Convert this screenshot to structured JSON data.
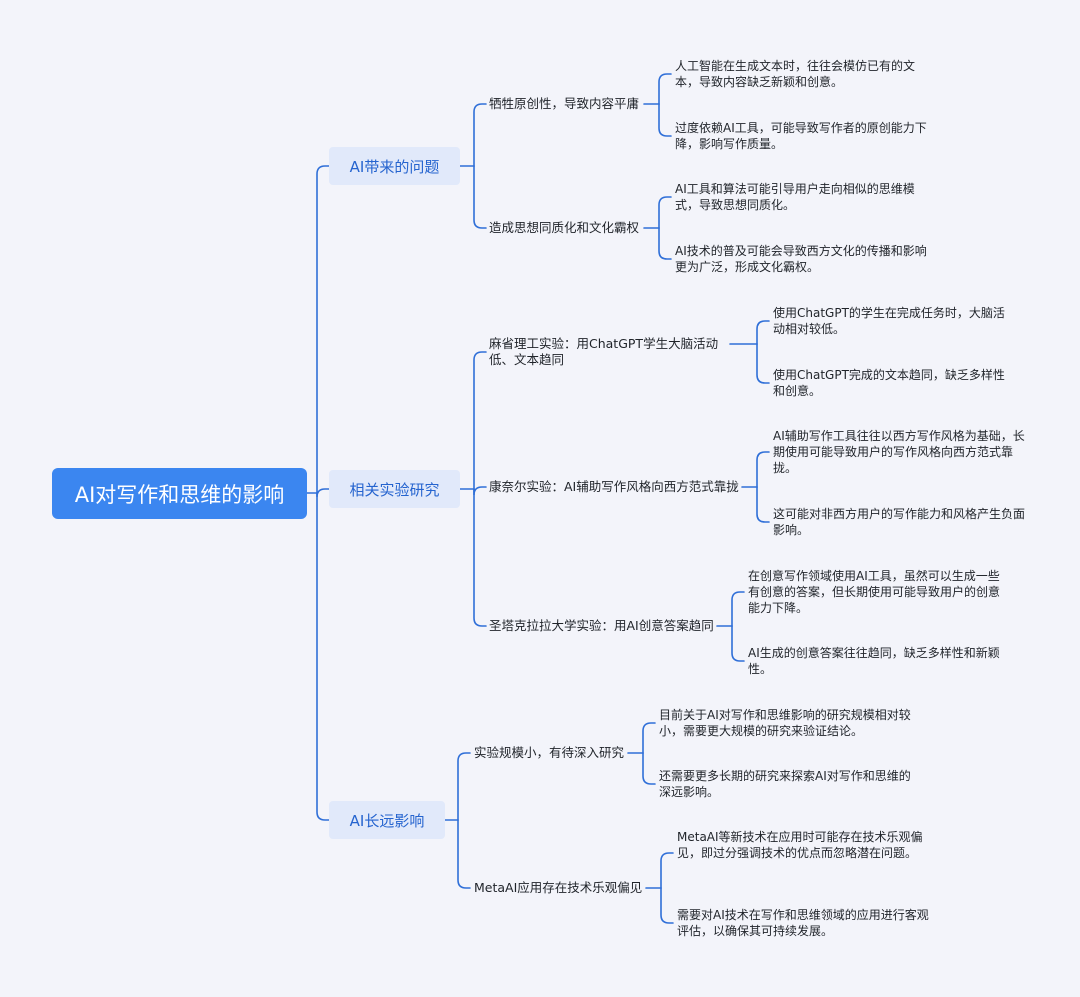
{
  "root": {
    "label": "AI对写作和思维的影响"
  },
  "branches": [
    {
      "label": "AI带来的问题",
      "children": [
        {
          "label": "牺牲原创性，导致内容平庸",
          "leaves": [
            "人工智能在生成文本时，往往会模仿已有的文本，导致内容缺乏新颖和创意。",
            "过度依赖AI工具，可能导致写作者的原创能力下降，影响写作质量。"
          ]
        },
        {
          "label": "造成思想同质化和文化霸权",
          "leaves": [
            "AI工具和算法可能引导用户走向相似的思维模式，导致思想同质化。",
            "AI技术的普及可能会导致西方文化的传播和影响更为广泛，形成文化霸权。"
          ]
        }
      ]
    },
    {
      "label": "相关实验研究",
      "children": [
        {
          "label": "麻省理工实验：用ChatGPT学生大脑活动低、文本趋同",
          "leaves": [
            "使用ChatGPT的学生在完成任务时，大脑活动相对较低。",
            "使用ChatGPT完成的文本趋同，缺乏多样性和创意。"
          ]
        },
        {
          "label": "康奈尔实验：AI辅助写作风格向西方范式靠拢",
          "leaves": [
            "AI辅助写作工具往往以西方写作风格为基础，长期使用可能导致用户的写作风格向西方范式靠拢。",
            "这可能对非西方用户的写作能力和风格产生负面影响。"
          ]
        },
        {
          "label": "圣塔克拉拉大学实验：用AI创意答案趋同",
          "leaves": [
            "在创意写作领域使用AI工具，虽然可以生成一些有创意的答案，但长期使用可能导致用户的创意能力下降。",
            "AI生成的创意答案往往趋同，缺乏多样性和新颖性。"
          ]
        }
      ]
    },
    {
      "label": "AI长远影响",
      "children": [
        {
          "label": "实验规模小，有待深入研究",
          "leaves": [
            "目前关于AI对写作和思维影响的研究规模相对较小，需要更大规模的研究来验证结论。",
            "还需要更多长期的研究来探索AI对写作和思维的深远影响。"
          ]
        },
        {
          "label": "MetaAI应用存在技术乐观偏见",
          "leaves": [
            "MetaAI等新技术在应用时可能存在技术乐观偏见，即过分强调技术的优点而忽略潜在问题。",
            "需要对AI技术在写作和思维领域的应用进行客观评估，以确保其可持续发展。"
          ]
        }
      ]
    }
  ],
  "colors": {
    "line": "#2f6fd8",
    "root_fill": "#3b86f0",
    "branch_fill": "#e1e9fa",
    "branch_text": "#2564cf",
    "background": "#f3f4fa"
  }
}
